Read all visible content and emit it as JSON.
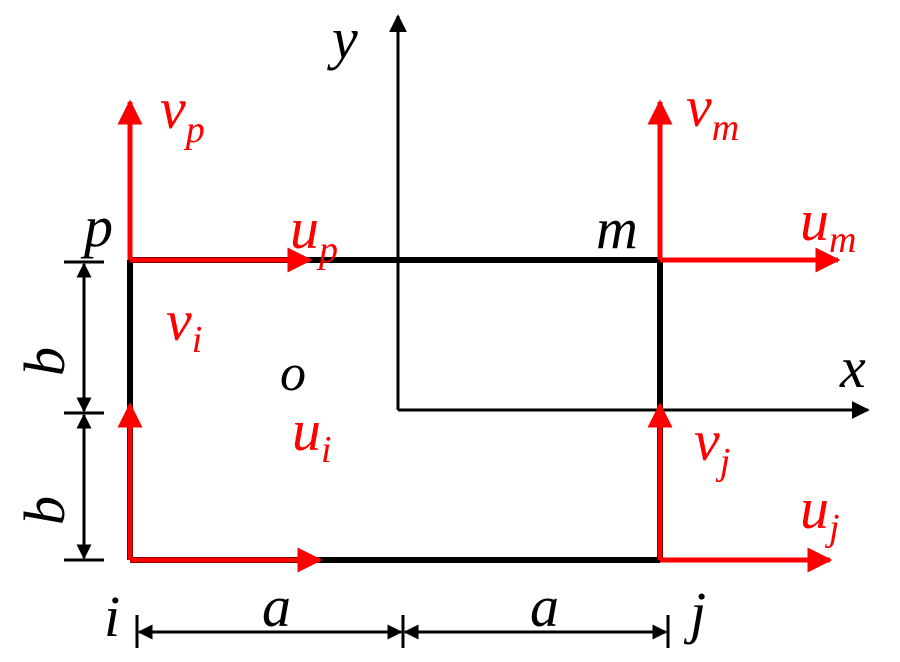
{
  "diagram": {
    "axis_labels": {
      "y": "y",
      "x": "x"
    },
    "origin_label": "o",
    "node_labels": {
      "p": "p",
      "m": "m",
      "i": "i",
      "j": "j"
    },
    "dimension_labels": {
      "b_top": "b",
      "b_bottom": "b",
      "a_left": "a",
      "a_right": "a"
    },
    "displacements": {
      "vp": {
        "base": "v",
        "sub": "p"
      },
      "up": {
        "base": "u",
        "sub": "p"
      },
      "vm": {
        "base": "v",
        "sub": "m"
      },
      "um": {
        "base": "u",
        "sub": "m"
      },
      "vi": {
        "base": "v",
        "sub": "i"
      },
      "ui": {
        "base": "u",
        "sub": "i"
      },
      "vj": {
        "base": "v",
        "sub": "j"
      },
      "uj": {
        "base": "u",
        "sub": "j"
      }
    },
    "colors": {
      "structure": "#000000",
      "displacement": "#ff0000"
    }
  }
}
